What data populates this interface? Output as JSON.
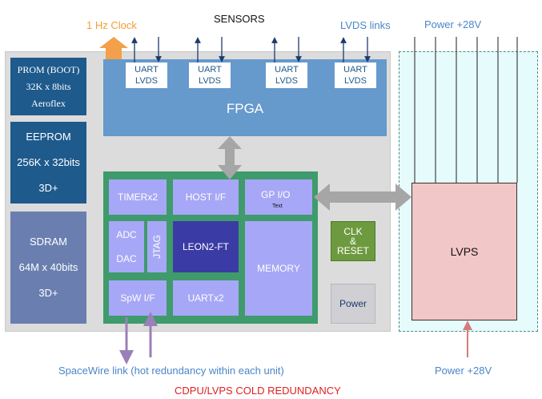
{
  "top": {
    "clock_label": "1 Hz Clock",
    "sensors_label": "SENSORS",
    "lvds_links_label": "LVDS links",
    "power_top_label": "Power +28V"
  },
  "left_blocks": {
    "prom_line1": "PROM (BOOT)",
    "prom_line2": "32K x 8bits",
    "prom_line3": "Aeroflex",
    "eeprom_line1": "EEPROM",
    "eeprom_line2": "256K x 32bits",
    "eeprom_line3": "3D+",
    "sdram_line1": "SDRAM",
    "sdram_line2": "64M x 40bits",
    "sdram_line3": "3D+"
  },
  "fpga": {
    "label": "FPGA",
    "uart_top": "UART",
    "uart_bottom": "LVDS"
  },
  "soc": {
    "timer": "TIMERx2",
    "host_if": "HOST I/F",
    "gpio": "GP I/O",
    "gpio_small": "Text",
    "adc": "ADC",
    "dac": "DAC",
    "jtag": "JTAG",
    "leon": "LEON2-FT",
    "memory": "MEMORY",
    "spw": "SpW I/F",
    "uart": "UARTx2"
  },
  "clk_reset": {
    "line1": "CLK",
    "line2": "&",
    "line3": "RESET"
  },
  "power_box": "Power",
  "lvps": "LVPS",
  "bottom": {
    "spacewire_label": "SpaceWire link (hot redundancy within each unit)",
    "power_bottom_label": "Power +28V",
    "redundancy_label": "CDPU/LVPS COLD REDUNDANCY"
  },
  "colors": {
    "blue_box": "#1e5a8c",
    "fpga": "#6699cc",
    "soc_frame": "#3f9b6b",
    "soc_block": "#a7a7f7",
    "leon": "#3b3ba6",
    "clk": "#6e9a3f",
    "lvps": "#f2c7c7",
    "blue_text": "#4a86c8",
    "orange_text": "#f0a030",
    "red_text": "#e02020"
  }
}
